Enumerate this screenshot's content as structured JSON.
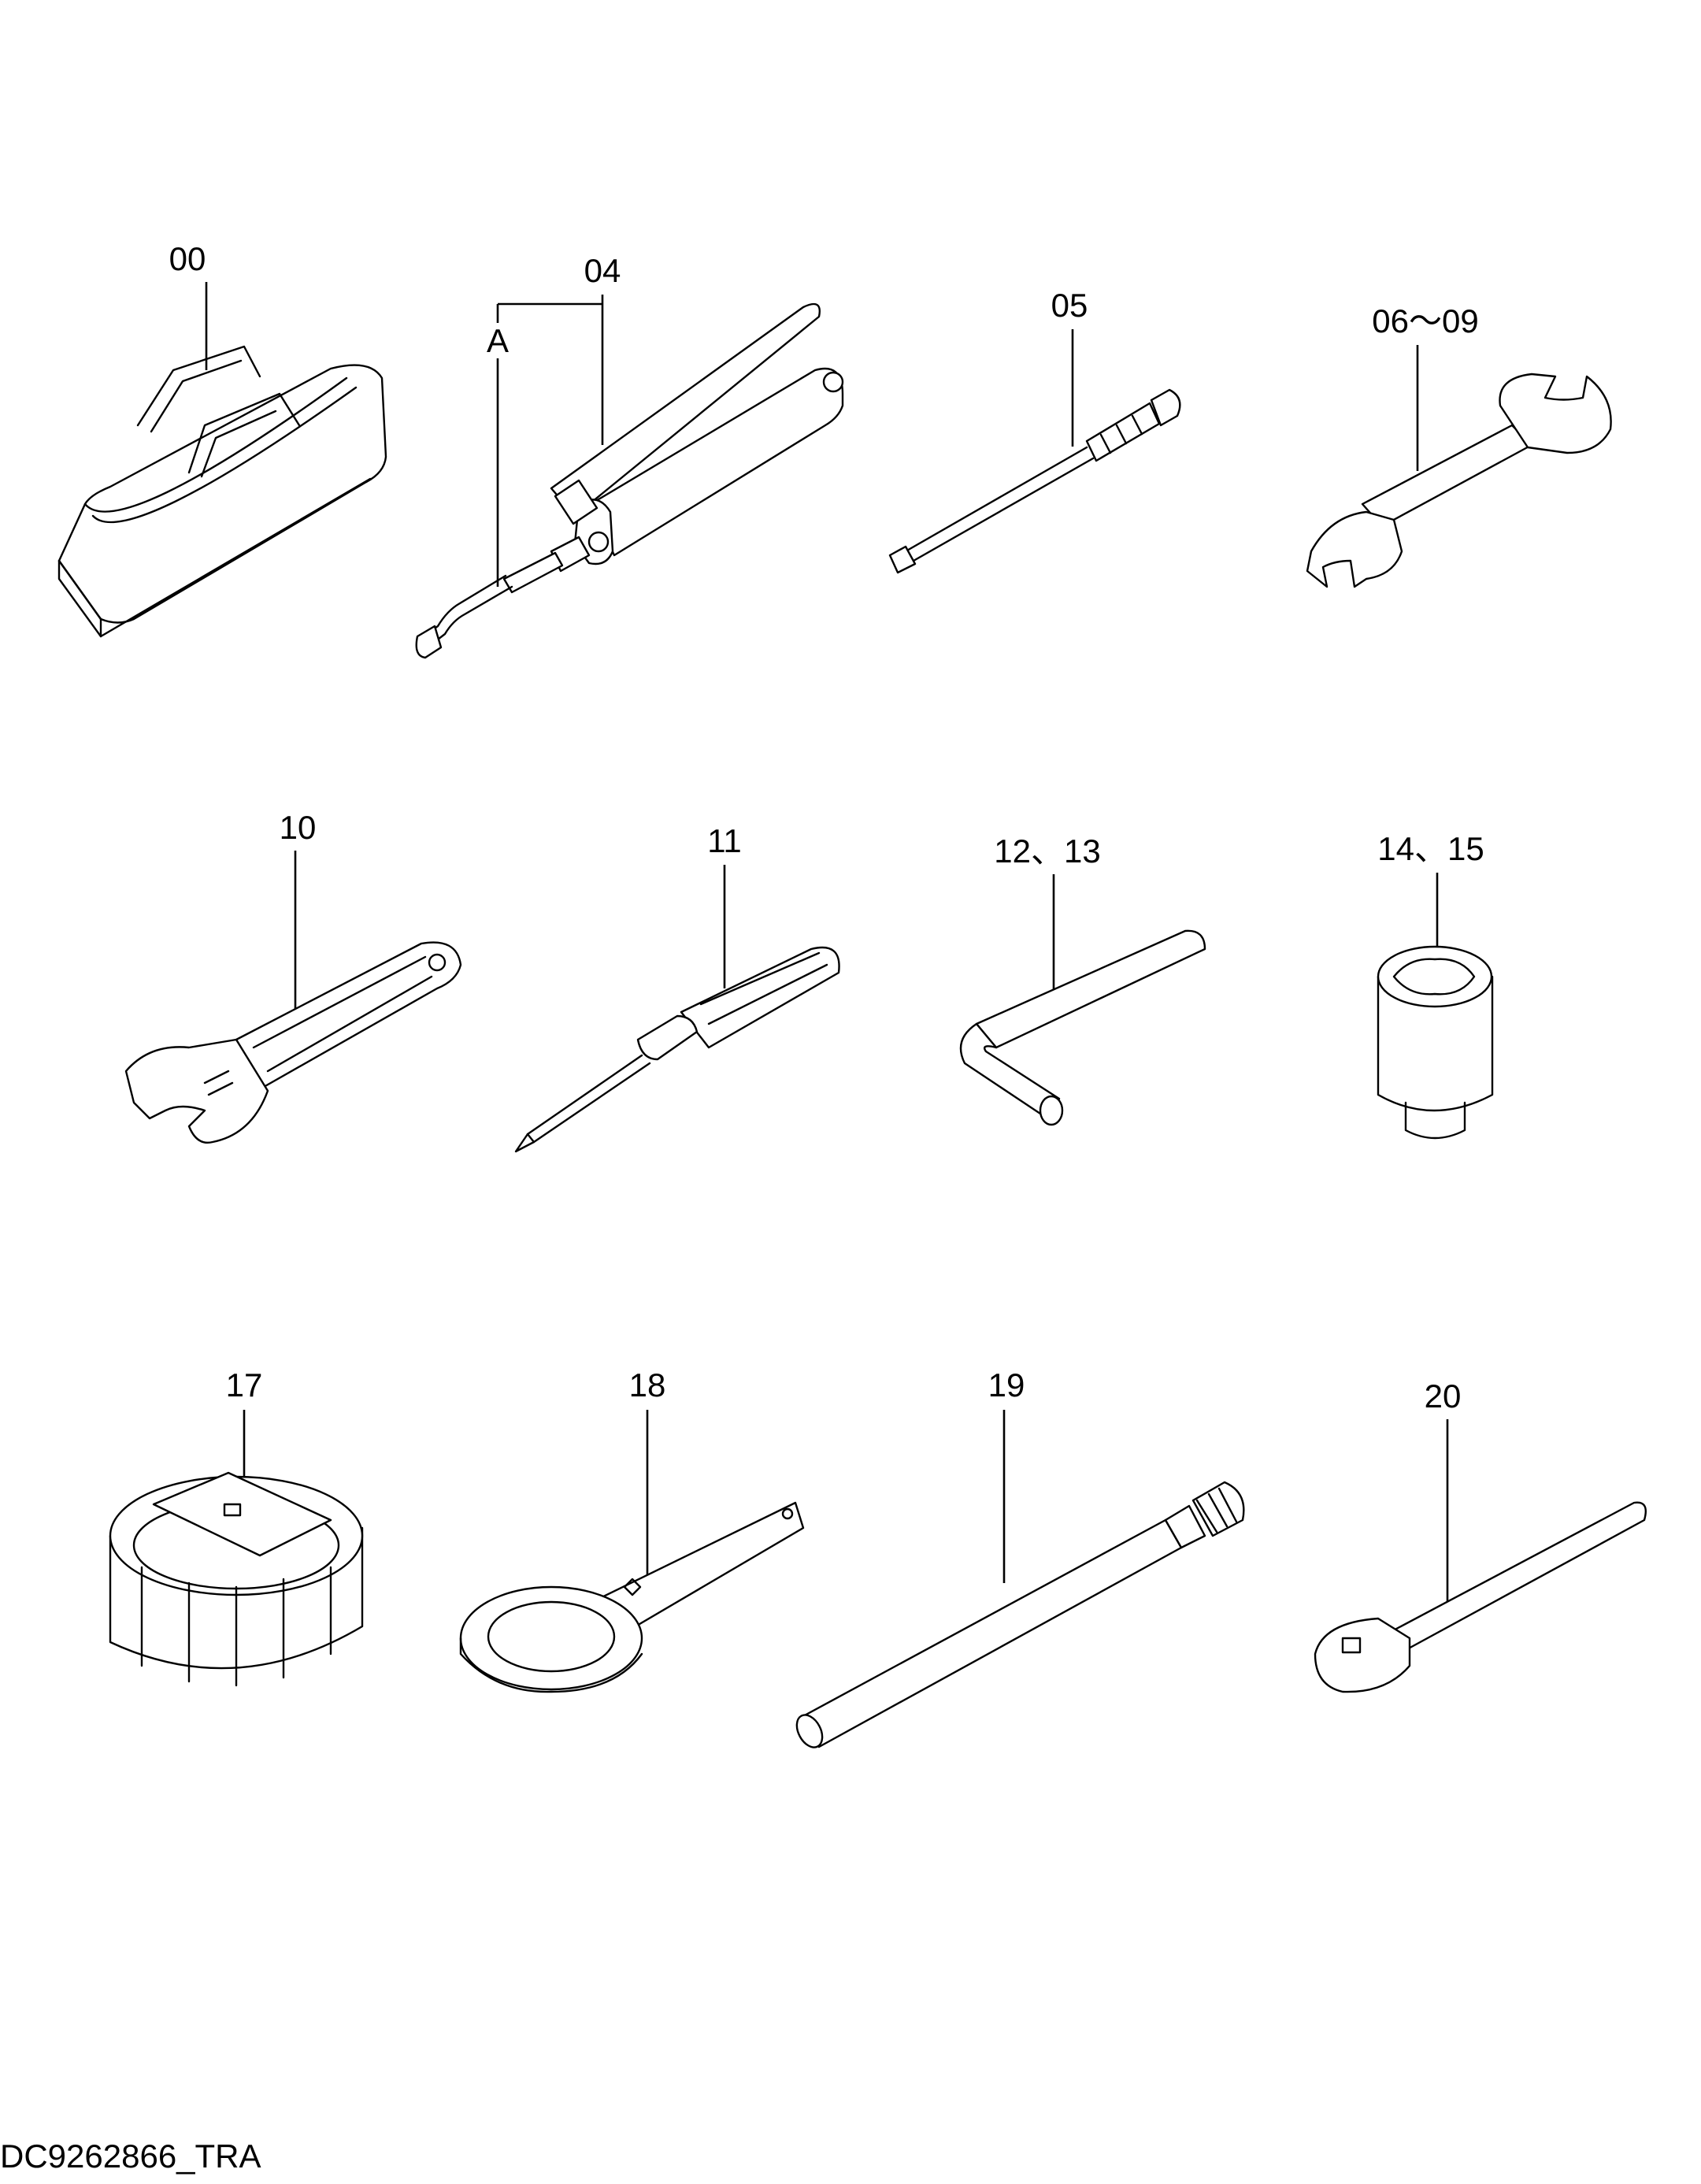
{
  "diagram": {
    "drawing_id": "DC9262866_TRA",
    "callouts": [
      {
        "id": "tool-bag",
        "label": "00"
      },
      {
        "id": "grease-gun",
        "label": "04",
        "sub_label": "A"
      },
      {
        "id": "grease-extension",
        "label": "05"
      },
      {
        "id": "open-end-wrench",
        "label": "06～09"
      },
      {
        "id": "adjustable-wrench",
        "label": "10"
      },
      {
        "id": "screwdriver",
        "label": "11"
      },
      {
        "id": "hex-key",
        "label": "12、13"
      },
      {
        "id": "socket",
        "label": "14、15"
      },
      {
        "id": "filter-wrench",
        "label": "17"
      },
      {
        "id": "ring-spanner",
        "label": "18"
      },
      {
        "id": "extension-bar",
        "label": "19"
      },
      {
        "id": "ratchet-handle",
        "label": "20"
      }
    ]
  }
}
